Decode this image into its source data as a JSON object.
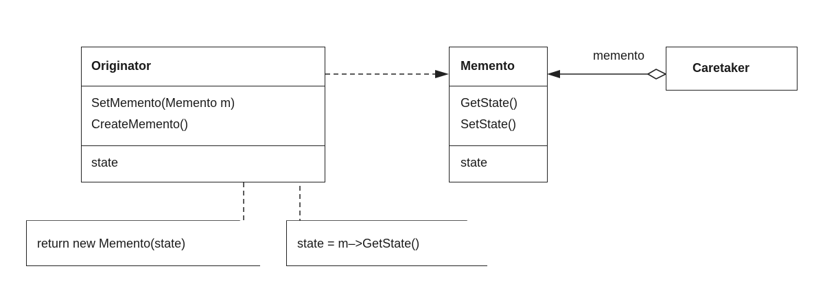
{
  "originator": {
    "name": "Originator",
    "operations": [
      "SetMemento(Memento m)",
      "CreateMemento()"
    ],
    "attributes": [
      "state"
    ]
  },
  "memento": {
    "name": "Memento",
    "operations": [
      "GetState()",
      "SetState()"
    ],
    "attributes": [
      "state"
    ]
  },
  "caretaker": {
    "name": "Caretaker"
  },
  "association_label": "memento",
  "notes": {
    "create": "return new Memento(state)",
    "set": "state = m–>GetState()"
  },
  "colors": {
    "line": "#222222",
    "note_corner": "#9a9a9a"
  }
}
